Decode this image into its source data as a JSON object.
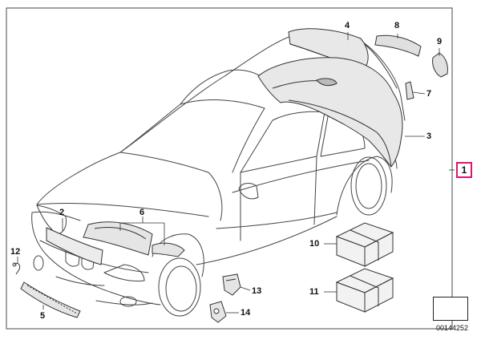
{
  "diagram": {
    "callout_main": "1",
    "labels": {
      "p2": "2",
      "p3": "3",
      "p4": "4",
      "p5": "5",
      "p6": "6",
      "p7": "7",
      "p8": "8",
      "p9": "9",
      "p10": "10",
      "p11": "11",
      "p12": "12",
      "p13": "13",
      "p14": "14"
    },
    "document_number": "00144252",
    "colors": {
      "line": "#333333",
      "frame": "#555555",
      "highlight": "#e0116f"
    }
  }
}
